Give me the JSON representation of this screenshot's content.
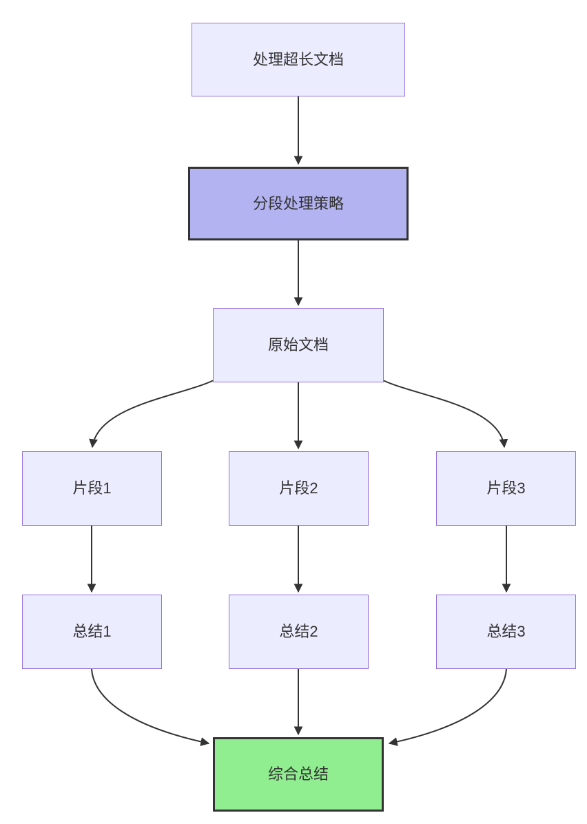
{
  "diagram": {
    "type": "flowchart",
    "direction": "top-down",
    "nodes": [
      {
        "id": "A",
        "label": "处理超长文档",
        "style": "default"
      },
      {
        "id": "B",
        "label": "分段处理策略",
        "style": "highlight-purple"
      },
      {
        "id": "C",
        "label": "原始文档",
        "style": "default"
      },
      {
        "id": "D1",
        "label": "片段1",
        "style": "default"
      },
      {
        "id": "D2",
        "label": "片段2",
        "style": "default"
      },
      {
        "id": "D3",
        "label": "片段3",
        "style": "default"
      },
      {
        "id": "E1",
        "label": "总结1",
        "style": "default"
      },
      {
        "id": "E2",
        "label": "总结2",
        "style": "default"
      },
      {
        "id": "E3",
        "label": "总结3",
        "style": "default"
      },
      {
        "id": "F",
        "label": "综合总结",
        "style": "highlight-green"
      }
    ],
    "edges": [
      {
        "from": "A",
        "to": "B"
      },
      {
        "from": "B",
        "to": "C"
      },
      {
        "from": "C",
        "to": "D1"
      },
      {
        "from": "C",
        "to": "D2"
      },
      {
        "from": "C",
        "to": "D3"
      },
      {
        "from": "D1",
        "to": "E1"
      },
      {
        "from": "D2",
        "to": "E2"
      },
      {
        "from": "D3",
        "to": "E3"
      },
      {
        "from": "E1",
        "to": "F"
      },
      {
        "from": "E2",
        "to": "F"
      },
      {
        "from": "E3",
        "to": "F"
      }
    ],
    "colors": {
      "node_fill": "#ECECFF",
      "node_border": "#9370DB",
      "highlight_purple_fill": "#B3B3F2",
      "highlight_green_fill": "#90EE90",
      "highlight_border": "#333333",
      "edge_color": "#333333",
      "text_color": "#333333",
      "background": "#FFFFFF"
    }
  }
}
